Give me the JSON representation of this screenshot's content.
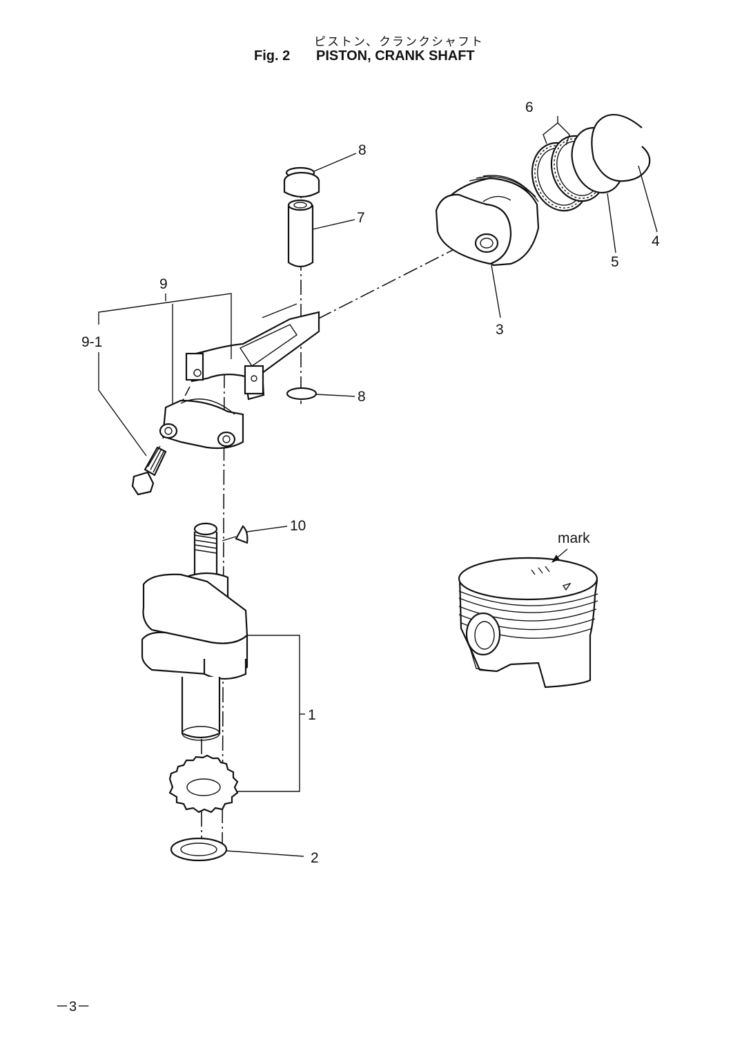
{
  "header": {
    "title_jp": "ピストン、クランクシャフト",
    "fig_label": "Fig. 2",
    "title": "PISTON, CRANK SHAFT"
  },
  "callouts": [
    {
      "id": "1",
      "text": "1"
    },
    {
      "id": "2",
      "text": "2"
    },
    {
      "id": "3",
      "text": "3"
    },
    {
      "id": "4",
      "text": "4"
    },
    {
      "id": "5",
      "text": "5"
    },
    {
      "id": "6",
      "text": "6"
    },
    {
      "id": "7",
      "text": "7"
    },
    {
      "id": "8a",
      "text": "8"
    },
    {
      "id": "8b",
      "text": "8"
    },
    {
      "id": "9",
      "text": "9"
    },
    {
      "id": "9-1",
      "text": "9-1"
    },
    {
      "id": "10",
      "text": "10"
    }
  ],
  "inset": {
    "mark_label": "mark"
  },
  "footer": {
    "page_number": "－3－"
  }
}
